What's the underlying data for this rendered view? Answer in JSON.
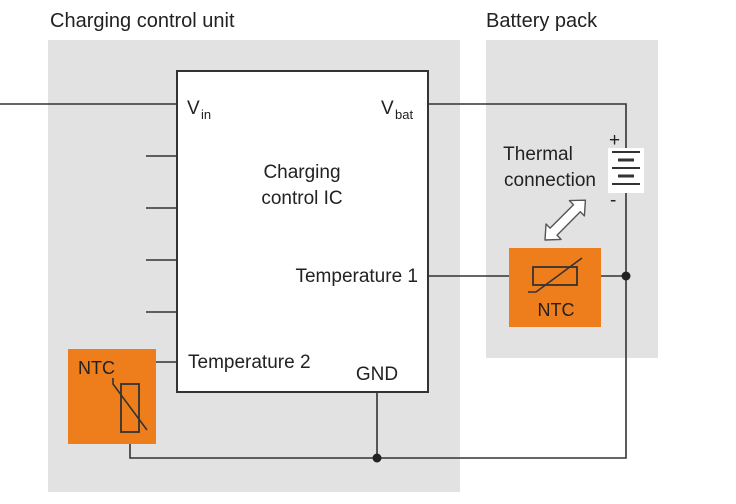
{
  "labels": {
    "charging_unit": "Charging control unit",
    "battery_pack": "Battery pack",
    "ic_line1": "Charging",
    "ic_line2": "control IC",
    "vin_main": "V",
    "vin_sub": "in",
    "vbat_main": "V",
    "vbat_sub": "bat",
    "temp1": "Temperature 1",
    "temp2": "Temperature 2",
    "gnd": "GND",
    "thermal_line1": "Thermal",
    "thermal_line2": "connection",
    "ntc_pack": "NTC",
    "ntc_unit": "NTC",
    "plus": "+",
    "minus": "-"
  },
  "colors": {
    "unit_background": "#e2e2e2",
    "ntc_orange": "#ee7d1c",
    "wire": "#333333",
    "ic_fill": "#ffffff"
  }
}
